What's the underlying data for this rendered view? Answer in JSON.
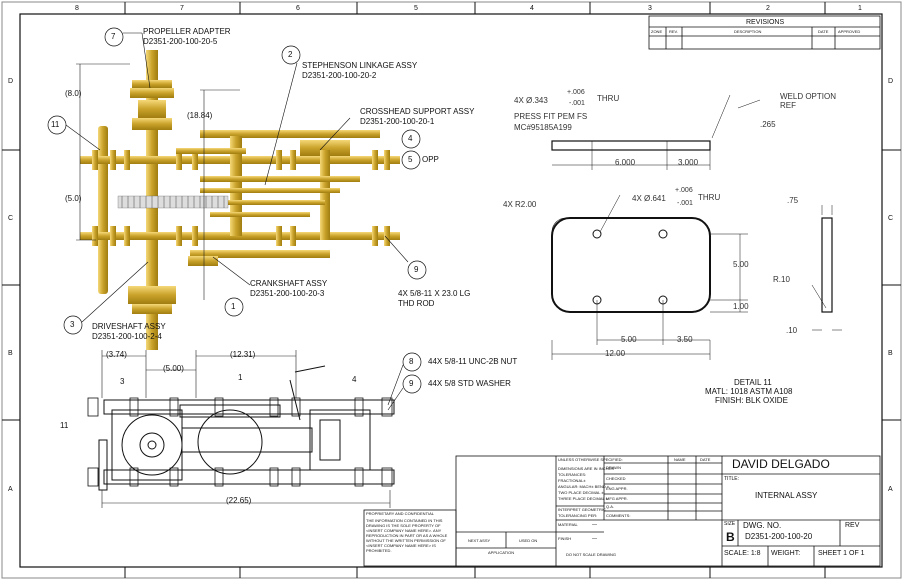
{
  "border": {
    "top_ticks": [
      "8",
      "7",
      "6",
      "5",
      "4",
      "3",
      "2",
      "1"
    ],
    "side_letters": [
      "D",
      "C",
      "B",
      "A"
    ]
  },
  "revision_block": {
    "title": "REVISIONS",
    "headers": [
      "ZONE",
      "REV.",
      "DESCRIPTION",
      "DATE",
      "APPROVED"
    ]
  },
  "callouts": [
    {
      "num": "7",
      "label": "PROPELLER ADAPTER",
      "part": "D2351-200-100-20-5"
    },
    {
      "num": "2",
      "label": "STEPHENSON LINKAGE ASSY",
      "part": "D2351-200-100-20-2"
    },
    {
      "num": "",
      "label": "CROSSHEAD SUPPORT ASSY",
      "part": "D2351-200-100-20-1"
    },
    {
      "num": "4",
      "label": "",
      "part": ""
    },
    {
      "num": "5",
      "label": "OPP",
      "part": ""
    },
    {
      "num": "11",
      "label": "",
      "part": ""
    },
    {
      "num": "9",
      "label": "4X 5/8-11 X 23.0 LG",
      "part": "THD ROD"
    },
    {
      "num": "",
      "label": "CRANKSHAFT ASSY",
      "part": "D2351-200-100-20-3"
    },
    {
      "num": "1",
      "label": "",
      "part": ""
    },
    {
      "num": "3",
      "label": "DRIVESHAFT ASSY",
      "part": "D2351-200-100-2-4"
    },
    {
      "num": "8",
      "label": "44X 5/8-11 UNC-2B NUT",
      "part": ""
    },
    {
      "num": "9",
      "label": "44X 5/8 STD WASHER",
      "part": ""
    }
  ],
  "top_view_dims": {
    "d1": "(8.0)",
    "d2": "(18.84)",
    "d3": "(5.0)"
  },
  "front_view_dims": {
    "d1": "(3.74)",
    "d2": "(5.00)",
    "d3": "(12.31)",
    "d4": "(22.65)",
    "l1": "1",
    "l3": "3",
    "l4": "4",
    "l11": "11"
  },
  "detail": {
    "thru1": "4X Ø.343",
    "tol1_plus": "+.006",
    "tol1_minus": "-.001",
    "thru_word": "THRU",
    "press_fit_1": "PRESS FIT PEM FS",
    "press_fit_2": "MC#95185A199",
    "weld_1": "WELD OPTION",
    "weld_2": "REF",
    "dim_265": ".265",
    "dim_6000": "6.000",
    "dim_3000": "3.000",
    "radius": "4X R2.00",
    "thru2": "4X Ø.641",
    "tol2_plus": "+.006",
    "tol2_minus": "-.001",
    "dim_500v": "5.00",
    "dim_100": "1.00",
    "dim_500h": "5.00",
    "dim_350": "3.50",
    "dim_1200": "12.00",
    "dim_75": ".75",
    "dim_r10": "R.10",
    "dim_10": ".10",
    "title": "DETAIL 11",
    "matl": "MATL: 1018 ASTM A108",
    "finish": "FINISH: BLK OXIDE"
  },
  "title_block": {
    "company": "DAVID DELGADO",
    "title_label": "TITLE:",
    "title": "INTERNAL ASSY",
    "name_hdr": "NAME",
    "date_hdr": "DATE",
    "unless": "UNLESS OTHERWISE SPECIFIED:",
    "dims_are": "DIMENSIONS ARE IN INCHES",
    "tol": "TOLERANCES:",
    "frac": "FRACTIONAL±",
    "angular": "ANGULAR: MACH±   BEND ±",
    "two_place": "TWO PLACE DECIMAL   ±",
    "three_place": "THREE PLACE DECIMAL  ±",
    "interpret": "INTERPRET GEOMETRIC",
    "toleranc": "TOLERANCING PER:",
    "material": "MATERIAL",
    "finish": "FINISH",
    "dash1": "—",
    "dash2": "—",
    "drawn": "DRAWN",
    "checked": "CHECKED",
    "eng": "ENG APPR.",
    "mfg": "MFG APPR.",
    "qa": "Q.A.",
    "comments": "COMMENTS:",
    "next_assy": "NEXT ASSY",
    "used_on": "USED ON",
    "application": "APPLICATION",
    "do_not_scale": "DO NOT SCALE DRAWING",
    "prop_title": "PROPRIETARY AND CONFIDENTIAL",
    "prop_text": [
      "THE INFORMATION CONTAINED IN THIS",
      "DRAWING IS THE SOLE PROPERTY OF",
      "<INSERT COMPANY NAME HERE>. ANY",
      "REPRODUCTION IN PART OR AS A WHOLE",
      "WITHOUT THE WRITTEN PERMISSION OF",
      "<INSERT COMPANY NAME HERE> IS",
      "PROHIBITED."
    ],
    "size_label": "SIZE",
    "size": "B",
    "dwg_label": "DWG.  NO.",
    "dwg_no": "D2351-200-100-20",
    "rev_label": "REV",
    "scale": "SCALE: 1:8",
    "weight": "WEIGHT:",
    "sheet": "SHEET 1 OF 1"
  }
}
